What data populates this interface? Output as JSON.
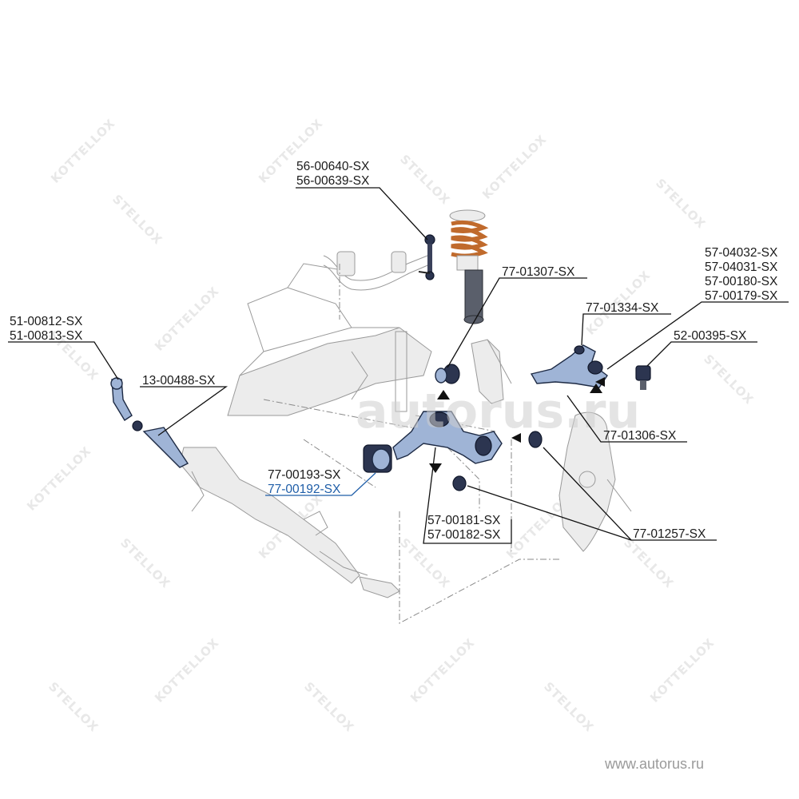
{
  "watermark": {
    "brand_a": "KOTTELLOX",
    "brand_b": "STELLOX",
    "site": "autorus.ru"
  },
  "footer": {
    "url": "www.autorus.ru"
  },
  "labels": {
    "l_56_00640": "56-00640-SX",
    "l_56_00639": "56-00639-SX",
    "l_51_00812": "51-00812-SX",
    "l_51_00813": "51-00813-SX",
    "l_13_00488": "13-00488-SX",
    "l_77_01307": "77-01307-SX",
    "l_77_01334": "77-01334-SX",
    "l_57_04032": "57-04032-SX",
    "l_57_04031": "57-04031-SX",
    "l_57_00180": "57-00180-SX",
    "l_57_00179": "57-00179-SX",
    "l_52_00395": "52-00395-SX",
    "l_77_01306": "77-01306-SX",
    "l_77_00193": "77-00193-SX",
    "l_77_00192": "77-00192-SX",
    "l_57_00181": "57-00181-SX",
    "l_57_00182": "57-00182-SX",
    "l_77_01257": "77-01257-SX"
  },
  "colors": {
    "part_fill": "#9fb4d6",
    "highlight": "#1f5ea8",
    "spring": "#c06a2c"
  }
}
